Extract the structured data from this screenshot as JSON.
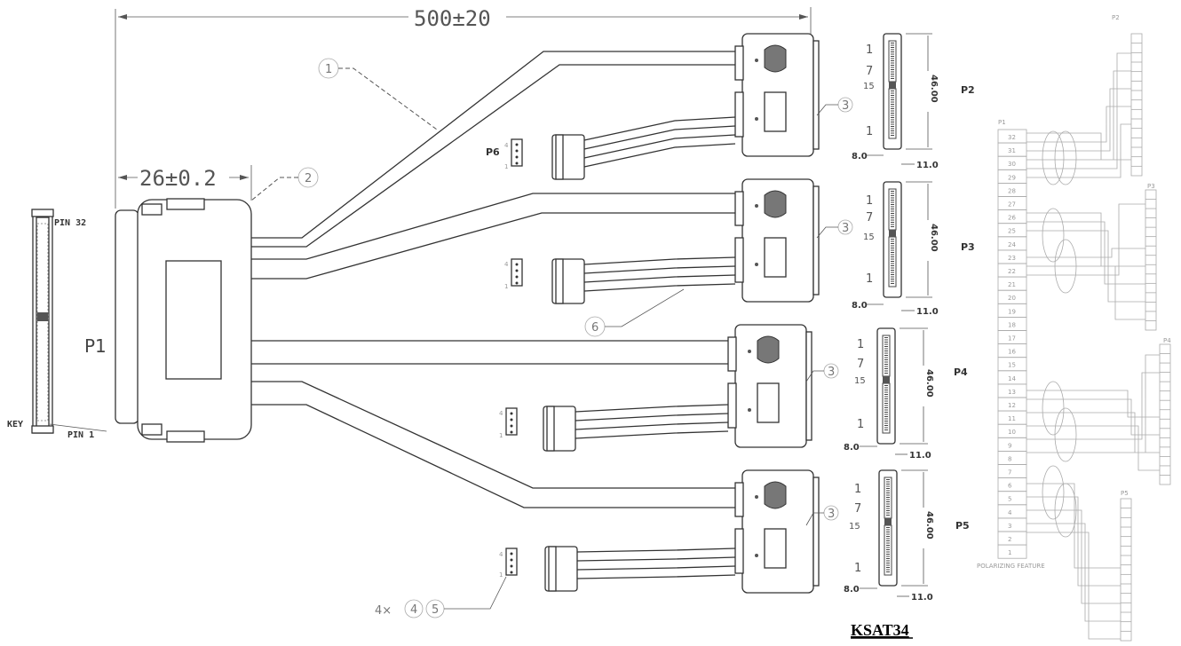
{
  "overall_length": "500±20",
  "connector_width": "26±0.2",
  "model": "KSAT34",
  "p1": {
    "label": "P1",
    "pin_top": "PIN 32",
    "pin_bottom": "PIN 1",
    "key": "KEY"
  },
  "item_callouts": {
    "c1": "1",
    "c2": "2",
    "c3": "3",
    "c6": "6",
    "c4": "4",
    "c5": "5",
    "qty": "4×"
  },
  "power_label": "P6",
  "power_pins": {
    "top": "4",
    "bottom": "1"
  },
  "ports": [
    {
      "label": "P2"
    },
    {
      "label": "P3"
    },
    {
      "label": "P4"
    },
    {
      "label": "P5"
    }
  ],
  "port_detail": {
    "pin_1": "1",
    "pin_7": "7",
    "pin_15": "15",
    "pin_1b": "1",
    "height": "46.00",
    "left_dim": "8.0",
    "right_dim": "11.0"
  },
  "schematic": {
    "p1_label": "P1",
    "p2_label": "P2",
    "p3_label": "P3",
    "p4_label": "P4",
    "p5_label": "P5",
    "p1_pins": [
      "32",
      "31",
      "30",
      "29",
      "28",
      "27",
      "26",
      "25",
      "24",
      "23",
      "22",
      "21",
      "20",
      "19",
      "18",
      "17",
      "16",
      "15",
      "14",
      "13",
      "12",
      "11",
      "10",
      "9",
      "8",
      "7",
      "6",
      "5",
      "4",
      "3",
      "2",
      "1"
    ],
    "feature_note": "POLARIZING FEATURE"
  }
}
